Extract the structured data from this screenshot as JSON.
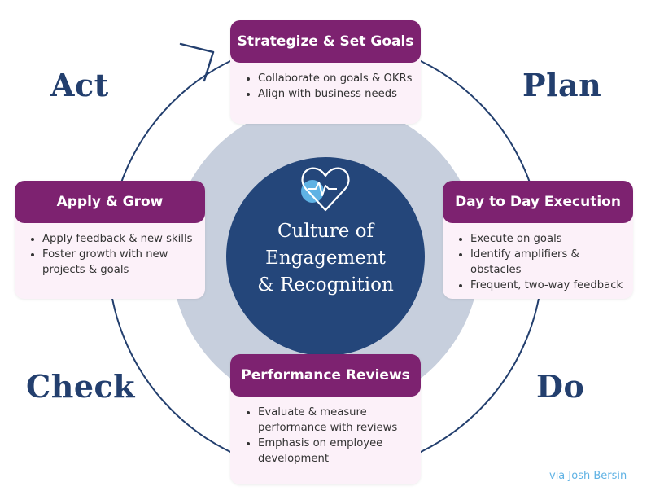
{
  "colors": {
    "ring": "#233f6e",
    "outer_disc": "#c7cfdd",
    "center_disc": "#24467a",
    "header": "#7d2270",
    "card_bg": "#fcf1f9",
    "accent": "#5fb2e4"
  },
  "phases": {
    "act": "Act",
    "plan": "Plan",
    "check": "Check",
    "do": "Do"
  },
  "center": {
    "icon": "heart-pulse-icon",
    "line1": "Culture of",
    "line2": "Engagement",
    "line3": "& Recognition"
  },
  "cards": {
    "top": {
      "title": "Strategize & Set Goals",
      "items": [
        "Collaborate on goals & OKRs",
        "Align with business needs"
      ]
    },
    "right": {
      "title": "Day to Day Execution",
      "items": [
        "Execute on goals",
        "Identify amplifiers & obstacles",
        "Frequent, two-way feedback"
      ]
    },
    "bottom": {
      "title": "Performance Reviews",
      "items": [
        "Evaluate & measure performance with reviews",
        "Emphasis on employee development"
      ]
    },
    "left": {
      "title": "Apply & Grow",
      "items": [
        "Apply feedback & new skills",
        "Foster growth with new projects & goals"
      ]
    }
  },
  "credit": "via Josh Bersin"
}
